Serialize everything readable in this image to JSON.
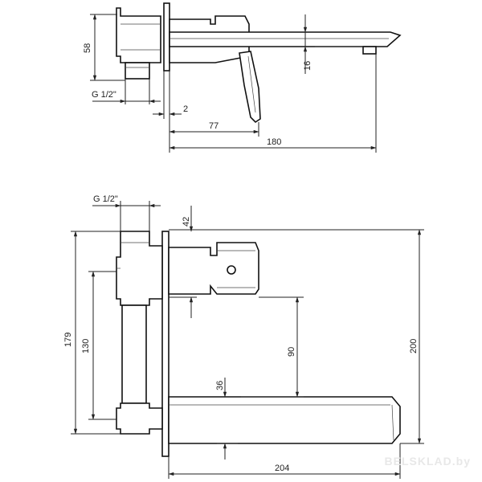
{
  "top_view": {
    "dims": {
      "height_58": "58",
      "outlet_16": "16",
      "thread": "G 1/2\"",
      "wall_2": "2",
      "lever_77": "77",
      "length_180": "180"
    }
  },
  "front_view": {
    "dims": {
      "thread": "G 1/2\"",
      "offset_42": "42",
      "height_179": "179",
      "inner_130": "130",
      "spout_90": "90",
      "spout_36": "36",
      "total_200": "200",
      "width_204": "204"
    }
  },
  "watermark": "BELSKLAD.by"
}
